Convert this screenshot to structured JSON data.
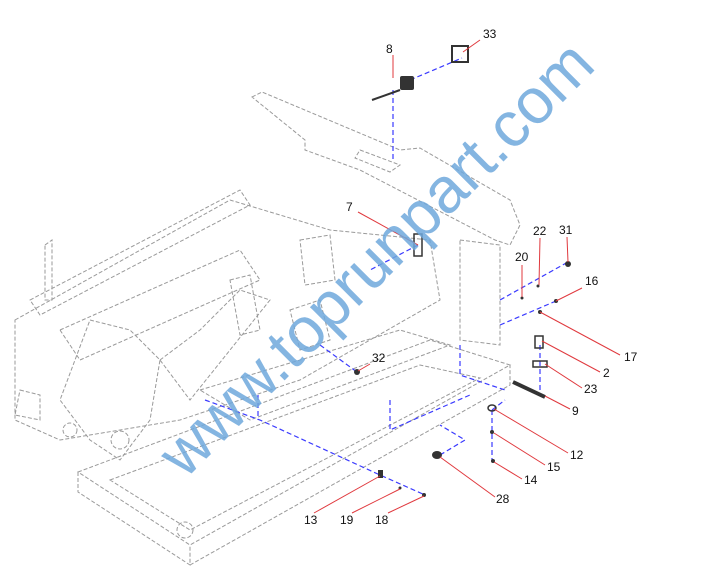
{
  "diagram": {
    "watermark": "www.toprunpart.com",
    "callouts": [
      {
        "id": "33",
        "label": "33"
      },
      {
        "id": "8",
        "label": "8"
      },
      {
        "id": "7",
        "label": "7"
      },
      {
        "id": "22",
        "label": "22"
      },
      {
        "id": "31",
        "label": "31"
      },
      {
        "id": "20",
        "label": "20"
      },
      {
        "id": "16",
        "label": "16"
      },
      {
        "id": "17",
        "label": "17"
      },
      {
        "id": "2",
        "label": "2"
      },
      {
        "id": "23",
        "label": "23"
      },
      {
        "id": "9",
        "label": "9"
      },
      {
        "id": "12",
        "label": "12"
      },
      {
        "id": "15",
        "label": "15"
      },
      {
        "id": "14",
        "label": "14"
      },
      {
        "id": "28",
        "label": "28"
      },
      {
        "id": "32",
        "label": "32"
      },
      {
        "id": "13",
        "label": "13"
      },
      {
        "id": "19",
        "label": "19"
      },
      {
        "id": "18",
        "label": "18"
      }
    ],
    "colors": {
      "leader": "#3a3aff",
      "callout": "#e0393e",
      "watermark": "#6fa8dc"
    }
  }
}
